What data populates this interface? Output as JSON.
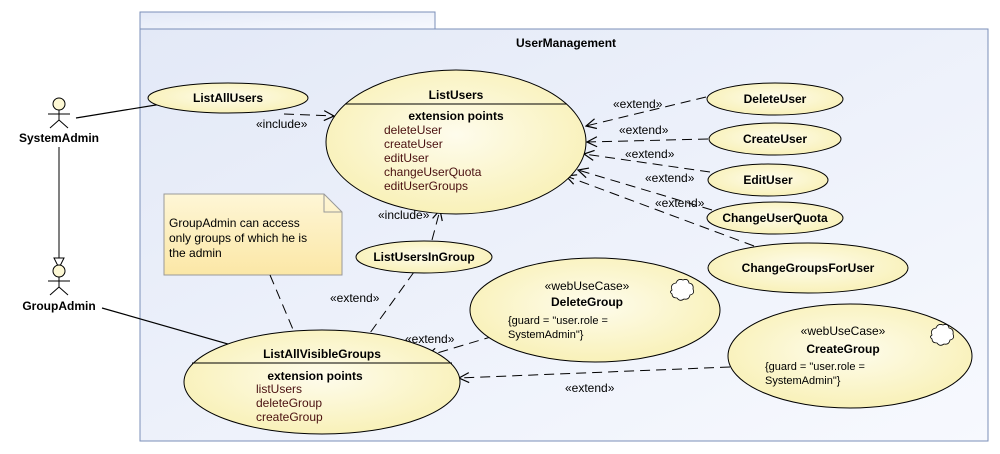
{
  "package": {
    "name": "UserManagement"
  },
  "actors": {
    "system_admin": "SystemAdmin",
    "group_admin": "GroupAdmin"
  },
  "use_cases": {
    "list_all_users": "ListAllUsers",
    "list_users": {
      "name": "ListUsers",
      "ext_title": "extension points",
      "points": [
        "deleteUser",
        "createUser",
        "editUser",
        "changeUserQuota",
        "editUserGroups"
      ]
    },
    "delete_user": "DeleteUser",
    "create_user": "CreateUser",
    "edit_user": "EditUser",
    "change_user_quota": "ChangeUserQuota",
    "change_groups_for_user": "ChangeGroupsForUser",
    "list_users_in_group": "ListUsersInGroup",
    "list_all_visible_groups": {
      "name": "ListAllVisibleGroups",
      "ext_title": "extension points",
      "points": [
        "listUsers",
        "deleteGroup",
        "createGroup"
      ]
    },
    "delete_group": {
      "stereotype": "«webUseCase»",
      "name": "DeleteGroup",
      "condition_line1": "{guard = \"user.role =",
      "condition_line2": "SystemAdmin\"}"
    },
    "create_group": {
      "stereotype": "«webUseCase»",
      "name": "CreateGroup",
      "condition_line1": "{guard = \"user.role =",
      "condition_line2": "SystemAdmin\"}"
    }
  },
  "note": {
    "line1": "GroupAdmin can access",
    "line2": "only groups of which he is",
    "line3": "the admin"
  },
  "relations": {
    "include": "«include»",
    "extend": "«extend»"
  },
  "colors": {
    "package_fill": "#eef2fb",
    "package_border": "#7b8fb8",
    "usecase_fill": "#fdf8d4",
    "note_fill": "#fdf1c4"
  }
}
